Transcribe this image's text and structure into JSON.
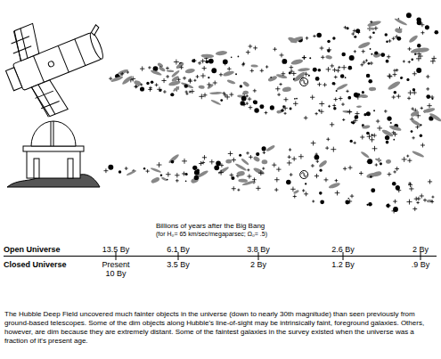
{
  "diagram": {
    "caption": "The Hubble Deep Field uncovered much fainter objects in the universe (down to nearly 30th magnitude) than seen previously from ground-based telescopes. Some of the dim objects along Hubble's line-of-sight may be intrinsically faint, foreground galaxies. Others, however, are dim because they are extremely distant. Some of the faintest galaxies in the survey existed when the universe was a fraction of it's present age.",
    "labels": [
      "Billions of years after the Big Bang",
      "(for H₀= 65 km/sec/megaparsec; Ω₀= .5)",
      "Open Universe",
      "13.5 By",
      "6.1 By",
      "3.8 By",
      "2.6 By",
      "2 By",
      "Closed Universe",
      "Present",
      "10 By",
      "3.5 By",
      "2 By",
      "1.2 By",
      ".9 By"
    ]
  }
}
